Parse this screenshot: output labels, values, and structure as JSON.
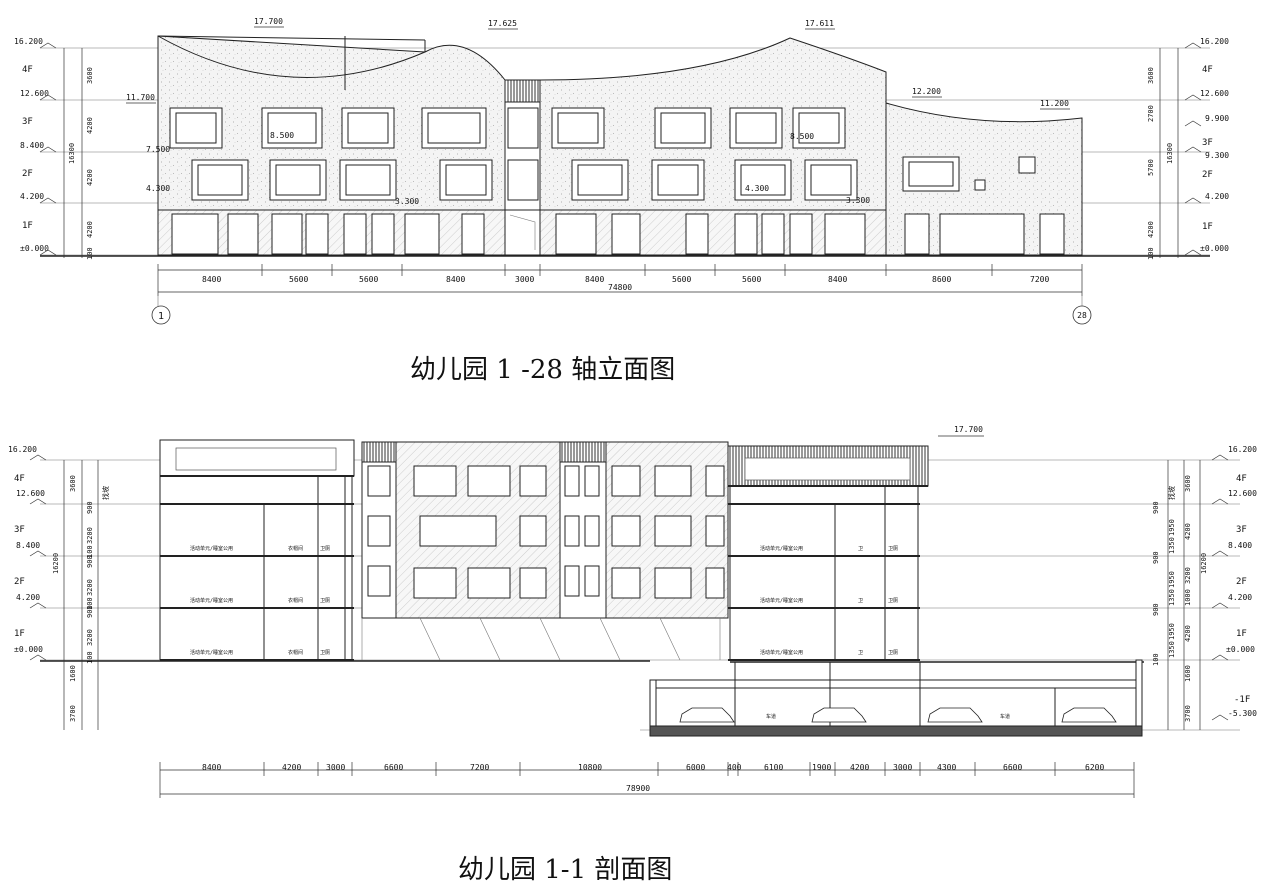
{
  "elevation": {
    "title": "幼儿园 1  -28 轴立面图",
    "axis_left": "1",
    "axis_right": "28",
    "floors": [
      "4F",
      "3F",
      "2F",
      "1F"
    ],
    "left_levels": [
      "16.200",
      "12.600",
      "8.400",
      "4.200",
      "±0.000"
    ],
    "right_levels": [
      "16.200",
      "12.600",
      "9.900",
      "9.300",
      "4.200",
      "±0.000"
    ],
    "right_mid_floor": "3F",
    "left_dims": [
      "3600",
      "4200",
      "4200",
      "4200",
      "100"
    ],
    "left_total": "16300",
    "right_dims": [
      "3600",
      "2700",
      "5700",
      "4200",
      "100"
    ],
    "right_total": "16300",
    "roof_marks": [
      "17.700",
      "17.625",
      "17.611",
      "11.700",
      "12.200",
      "11.200"
    ],
    "inner_marks": [
      "8.500",
      "8.500",
      "7.500",
      "4.300",
      "3.300",
      "4.300",
      "3.300"
    ],
    "bottom_dims": [
      "8400",
      "5600",
      "5600",
      "8400",
      "3000",
      "8400",
      "5600",
      "5600",
      "8400",
      "8600",
      "7200"
    ],
    "total": "74800"
  },
  "section": {
    "title": "幼儿园 1-1 剖面图",
    "floors": [
      "4F",
      "3F",
      "2F",
      "1F"
    ],
    "left_levels": [
      "16.200",
      "12.600",
      "8.400",
      "4.200",
      "±0.000"
    ],
    "right_levels": [
      "16.200",
      "12.600",
      "8.400",
      "4.200",
      "±0.000",
      "-5.300"
    ],
    "right_basement": "-1F",
    "top_mark": "17.700",
    "left_dims": [
      "3600",
      "900",
      "3200",
      "100",
      "900",
      "3200",
      "100",
      "900",
      "3200",
      "100",
      "1600",
      "3700"
    ],
    "left_total": "16200",
    "left_total_right": "16200",
    "right_dims": [
      "3600",
      "900",
      "1950",
      "1350",
      "900",
      "1950",
      "1350",
      "900",
      "1950",
      "1350",
      "100",
      "1600",
      "3700"
    ],
    "right_sub_dims": [
      "4200",
      "3200",
      "1000",
      "4200"
    ],
    "roof_note": "找坡",
    "room_labels": [
      "活动单元/睡室公用",
      "衣帽间",
      "卫厕",
      "活动单元/睡室公用",
      "卫",
      "卫厕"
    ],
    "garage_label": "车道",
    "bottom_dims": [
      "8400",
      "4200",
      "3000",
      "6600",
      "7200",
      "10800",
      "6000",
      "400",
      "6100",
      "1900",
      "4200",
      "3000",
      "4300",
      "6600",
      "6200"
    ],
    "total": "78900"
  }
}
